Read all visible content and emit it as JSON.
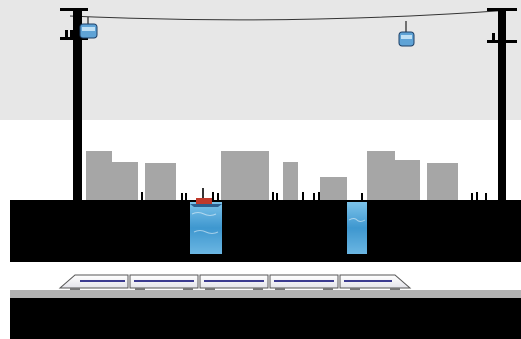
{
  "scene": {
    "background_sky_color": "#e6e6e6",
    "background_lower_color": "#ffffff",
    "ground_color": "#000000",
    "building_color": "#a6a6a6",
    "water_color": "#4aa3d6",
    "cable_car_color": "#5fa3d6",
    "train_body_color": "#ffffff",
    "train_stripe_color": "#3b3b8f",
    "rail_band_color": "#b3b3b3",
    "boat_color": "#c0392b"
  },
  "elements": {
    "pylons": [
      "left-pylon",
      "right-pylon"
    ],
    "cable_cars": [
      "cable-car-left",
      "cable-car-right"
    ],
    "water_channels": [
      "canal-left",
      "canal-right"
    ],
    "train_cars": 5
  }
}
